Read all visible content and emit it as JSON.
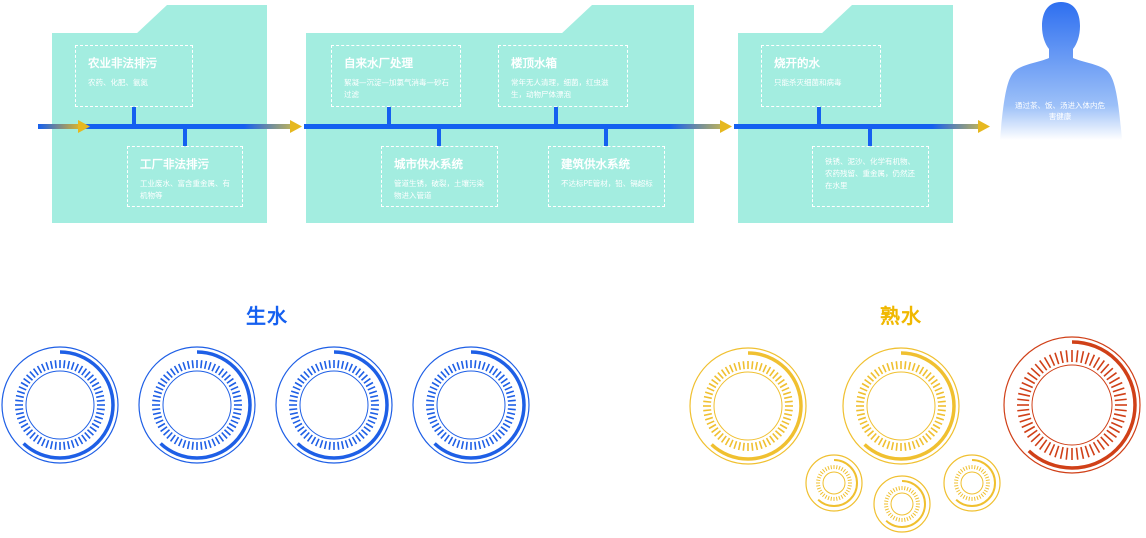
{
  "colors": {
    "panel": "#a3ede0",
    "line_blue": "#1560f0",
    "arrow_gold": "#e6b820",
    "raw_blue": "#1e5fe6",
    "boiled_gold": "#f0c030",
    "boiled_red": "#d04018",
    "person_blue": "#3e7ef0"
  },
  "diagram": {
    "stage1": {
      "top_card": {
        "title": "农业非法排污",
        "text": "农药、化肥、氨氮"
      },
      "bottom_card": {
        "title": "工厂非法排污",
        "text": "工业废水、富含重金属、有机物等"
      }
    },
    "stage2": {
      "top_card_1": {
        "title": "自来水厂处理",
        "text": "絮凝—沉淀—加氯气消毒—砂石过滤"
      },
      "top_card_2": {
        "title": "楼顶水箱",
        "text": "常年无人清理，细菌，红虫滋生，动物尸体漂泡"
      },
      "bottom_card_1": {
        "title": "城市供水系统",
        "text": "管道生锈，破裂，土壤污染物进入管道"
      },
      "bottom_card_2": {
        "title": "建筑供水系统",
        "text": "不达标PE管材，铅、镉超标"
      }
    },
    "stage3": {
      "top_card": {
        "title": "烧开的水",
        "text": "只能杀灭细菌和病毒"
      },
      "bottom_card": {
        "title": "",
        "text": "铁锈、泥沙、化学有机物、农药残留、重金属，仍然还在水里"
      }
    },
    "person": {
      "text": "通过茶、饭、汤进入体内危害健康",
      "icon": "person-silhouette-icon"
    }
  },
  "sections": {
    "raw_water": {
      "label": "生水",
      "ring_count": 4
    },
    "boiled_water": {
      "label": "熟水",
      "ring_count": 6
    }
  }
}
